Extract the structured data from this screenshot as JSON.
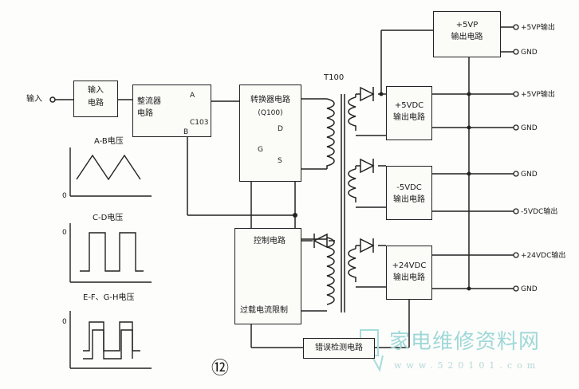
{
  "blocks": {
    "input_circuit": "输入\n电路",
    "rectifier": "整流器\n电路",
    "converter": "转换器电路",
    "converter_ref": "(Q100)",
    "control": "控制电路",
    "overcurrent": "过载电流限制",
    "error_detect": "错误检测电路",
    "out_5vp": "+5VP\n输出电路",
    "out_5vdc": "+5VDC\n输出电路",
    "out_neg5vdc": "-5VDC\n输出电路",
    "out_24vdc": "+24VDC\n输出电路"
  },
  "labels": {
    "input": "输入",
    "transformer": "T100",
    "cap": "C103",
    "node_a": "A",
    "node_b": "B",
    "mos_d": "D",
    "mos_g": "G",
    "mos_s": "S",
    "figure_number": "⑫"
  },
  "outputs": {
    "o1": "+5VP输出",
    "o2": "GND",
    "o3": "+5VP输出",
    "o4": "GND",
    "o5": "GND",
    "o6": "-5VDC输出",
    "o7": "+24VDC输出",
    "o8": "GND"
  },
  "waveforms": {
    "ab_title": "A-B电压",
    "cd_title": "C-D电压",
    "efgh_title": "E-F、G-H电压",
    "zero": "0"
  },
  "watermark": {
    "text": "家电维修资料网",
    "url": "www.520101.com"
  }
}
